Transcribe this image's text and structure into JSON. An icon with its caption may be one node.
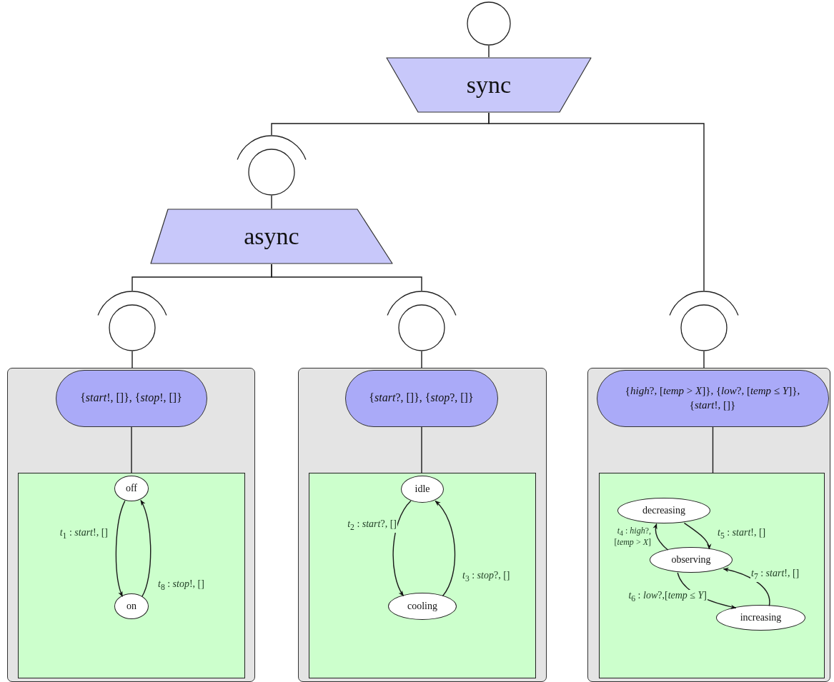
{
  "diagram": {
    "nodes": [
      {
        "text": [],
        "shape": "circle"
      },
      {
        "text": [
          "sync"
        ]
      },
      {
        "text": [],
        "shape": "circle"
      },
      {
        "text": [
          "async"
        ]
      },
      {
        "text": [],
        "shape": "circle"
      },
      {
        "text": [],
        "shape": "circle"
      },
      {
        "text": [],
        "shape": "circle"
      },
      {
        "text": [],
        "shape": "box"
      },
      {
        "text": [
          "{*start*!, []}, {*stop*!, []}"
        ],
        "in": 7
      },
      {
        "text": [],
        "shape": "box",
        "in": 7
      },
      {
        "text": [
          "off"
        ],
        "in": 9
      },
      {
        "text": [
          "on"
        ],
        "in": 9
      },
      {
        "text": [],
        "shape": "box"
      },
      {
        "text": [
          "{*start*?, []}, {*stop*?, []}"
        ],
        "in": 12
      },
      {
        "text": [],
        "shape": "box",
        "in": 12
      },
      {
        "text": [
          "idle"
        ],
        "in": 14
      },
      {
        "text": [
          "cooling"
        ],
        "in": 14
      },
      {
        "text": [],
        "shape": "box"
      },
      {
        "text": [
          "{*high*?, [*temp* > *X*]}, {*low*?, [*temp* ≤ *Y*]}, {*start*!, []}"
        ],
        "in": 17
      },
      {
        "text": [],
        "shape": "box",
        "in": 17
      },
      {
        "text": [
          "decreasing"
        ],
        "in": 19
      },
      {
        "text": [
          "observing"
        ],
        "in": 19
      },
      {
        "text": [
          "increasing"
        ],
        "in": 19
      }
    ],
    "edges": [
      {
        "from": 0,
        "to": 1,
        "arrow": "none"
      },
      {
        "from": 1,
        "to": 2,
        "arrow": "none"
      },
      {
        "from": 1,
        "to": 6,
        "arrow": "none"
      },
      {
        "from": 2,
        "to": 3,
        "arrow": "none"
      },
      {
        "from": 3,
        "to": 4,
        "arrow": "none"
      },
      {
        "from": 3,
        "to": 5,
        "arrow": "none"
      },
      {
        "from": 4,
        "to": 7,
        "arrow": "none"
      },
      {
        "from": 5,
        "to": 12,
        "arrow": "none"
      },
      {
        "from": 6,
        "to": 17,
        "arrow": "none"
      },
      {
        "from": 8,
        "to": 9,
        "arrow": "none"
      },
      {
        "from": 13,
        "to": 14,
        "arrow": "none"
      },
      {
        "from": 18,
        "to": 19,
        "arrow": "none"
      },
      {
        "from": 10,
        "to": 11,
        "arrow": "to",
        "label": "*t*$_{1}$ : *start*!, []"
      },
      {
        "from": 11,
        "to": 10,
        "arrow": "to",
        "label": "*t*$_{8}$ : *stop*!, []"
      },
      {
        "from": 15,
        "to": 16,
        "arrow": "to",
        "label": "*t*$_{2}$ : *start*?, []"
      },
      {
        "from": 16,
        "to": 15,
        "arrow": "to",
        "label": "*t*$_{3}$ : *stop*?, []"
      },
      {
        "from": 21,
        "to": 20,
        "arrow": "to",
        "label": "*t*$_{4}$ : *high*?, [*temp* > *X*]"
      },
      {
        "from": 20,
        "to": 21,
        "arrow": "to",
        "label": "*t*$_{5}$ : *start*!, []"
      },
      {
        "from": 21,
        "to": 22,
        "arrow": "to",
        "label": "*t*$_{6}$ : *low*?,[*temp* ≤ *Y*]"
      },
      {
        "from": 22,
        "to": 21,
        "arrow": "to",
        "label": "*t*$_{7}$ : *start*!, []"
      }
    ]
  }
}
